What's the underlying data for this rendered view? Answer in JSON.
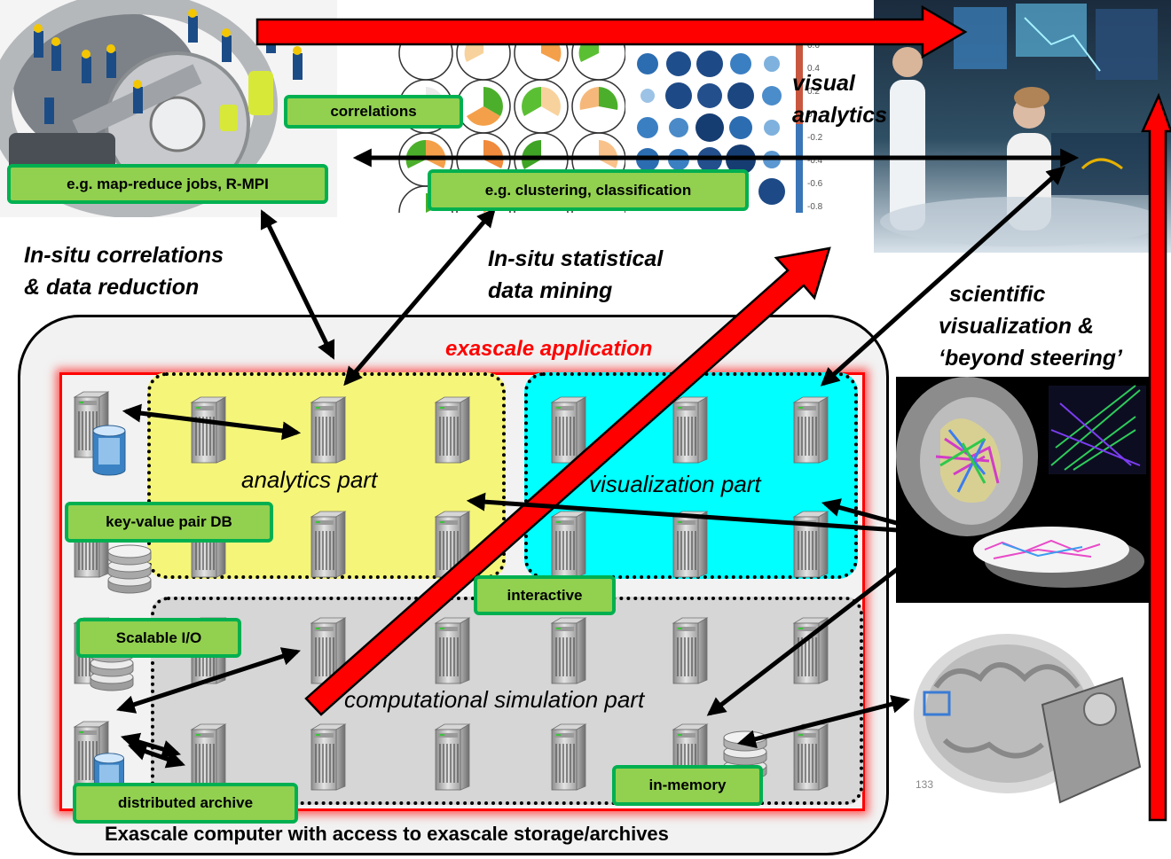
{
  "labels": {
    "correlations": "correlations",
    "map_reduce": "e.g. map-reduce jobs, R-MPI",
    "clustering": "e.g. clustering, classification",
    "key_value": "key-value pair DB",
    "interactive": "interactive",
    "scalable_io": "Scalable I/O",
    "in_memory": "in-memory",
    "distributed_archive": "distributed archive"
  },
  "captions": {
    "visual_analytics": [
      "visual",
      "analytics"
    ],
    "insitu_correlations": [
      "In-situ correlations",
      "& data reduction"
    ],
    "insitu_mining": [
      "In-situ statistical",
      "data mining"
    ],
    "sci_vis": [
      "scientific",
      "visualization &",
      "‘beyond steering’"
    ]
  },
  "parts": {
    "exascale_application": "exascale application",
    "analytics": "analytics part",
    "visualization": "visualization part",
    "simulation": "computational simulation part"
  },
  "computer_caption": "Exascale computer with access to exascale storage/archives",
  "photo_snippets": {
    "tick_labels": [
      "0.6",
      "0.4",
      "0.2",
      "0",
      "-0.2",
      "-0.4",
      "-0.6",
      "-0.8"
    ],
    "slice_number": "133"
  },
  "colors": {
    "label_fill": "#92d050",
    "label_border": "#00b050",
    "application_border": "#ff0000",
    "analytics_fill": "#f3f36e",
    "visualization_fill": "#00ffff",
    "simulation_fill": "#d9d9d9",
    "big_arrow": "#ff0000"
  }
}
